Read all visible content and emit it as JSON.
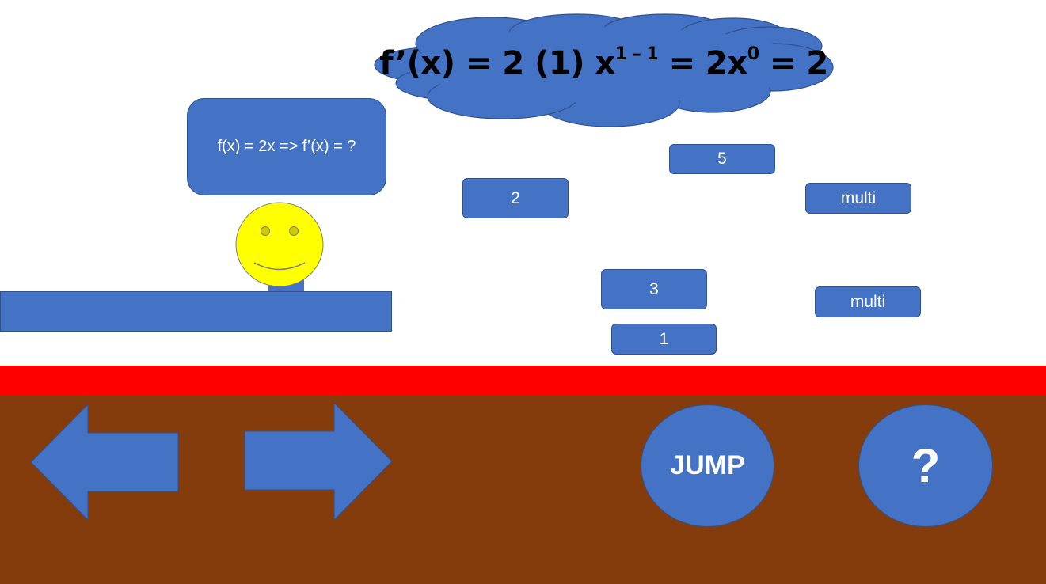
{
  "hint": {
    "prefix": "f’(x) = 2 (1) x",
    "exp1": "1 – 1",
    "mid": " = 2x",
    "exp2": "0",
    "suffix": " = 2"
  },
  "question": {
    "text": "f(x) = 2x => f’(x) = ?"
  },
  "answers": [
    "5",
    "2",
    "multi",
    "3",
    "multi",
    "1"
  ],
  "controls": {
    "left_icon": "left-arrow-icon",
    "right_icon": "right-arrow-icon",
    "jump_label": "JUMP",
    "help_label": "?"
  },
  "colors": {
    "tile_blue": "#4472c4",
    "lava_red": "#ff0000",
    "ground_brown": "#843c0c",
    "player_yellow": "#ffff00"
  }
}
